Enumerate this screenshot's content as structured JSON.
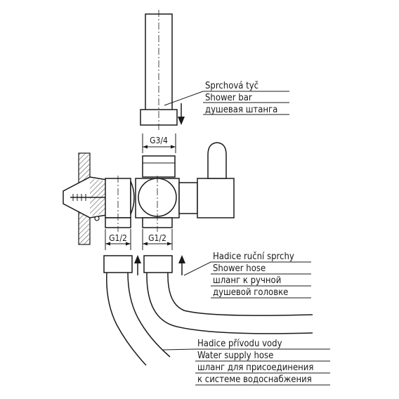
{
  "labels": {
    "shower_bar": [
      "Sprchová tyč",
      "Shower bar",
      "душевая штанга"
    ],
    "hand_shower_hose": [
      "Hadice ruční sprchy",
      "Shower hose",
      "шланг к ручной",
      "душевой головке"
    ],
    "water_supply_hose": [
      "Hadice přívodu vody",
      "Water supply hose",
      "шланг для присоединения",
      "к системе водоснабжения"
    ]
  },
  "dimensions": {
    "top_thread": "G3/4",
    "left_thread": "G1/2",
    "right_thread": "G1/2"
  }
}
